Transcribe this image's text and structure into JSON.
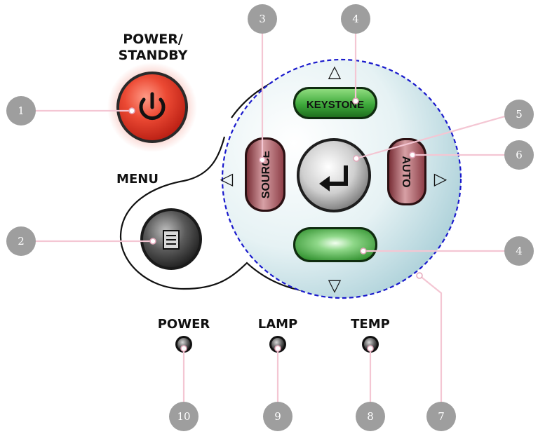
{
  "labels": {
    "power_standby_line1": "POWER/",
    "power_standby_line2": "STANDBY",
    "menu": "MENU",
    "power_led": "POWER",
    "lamp_led": "LAMP",
    "temp_led": "TEMP"
  },
  "buttons": {
    "keystone": "KEYSTONE",
    "source": "SOURCE",
    "auto": "AUTO"
  },
  "arrows": {
    "up": "△",
    "down": "▽",
    "left": "◁",
    "right": "▷"
  },
  "callouts": [
    "1",
    "2",
    "3",
    "4",
    "5",
    "6",
    "4",
    "7",
    "8",
    "9",
    "10"
  ],
  "colors": {
    "power_button": "#e23a2c",
    "keystone_button": "#2e9a2e",
    "source_auto_button": "#a55a63",
    "enter_button": "#bdbdbd",
    "menu_button": "#3b3b3b",
    "callout_circle": "#9e9e9e",
    "callout_line": "#f4c6d3",
    "dpad_outline": "#1a1acc"
  },
  "icons": {
    "power": "power-icon",
    "menu": "menu-list-icon",
    "enter": "enter-return-icon"
  }
}
